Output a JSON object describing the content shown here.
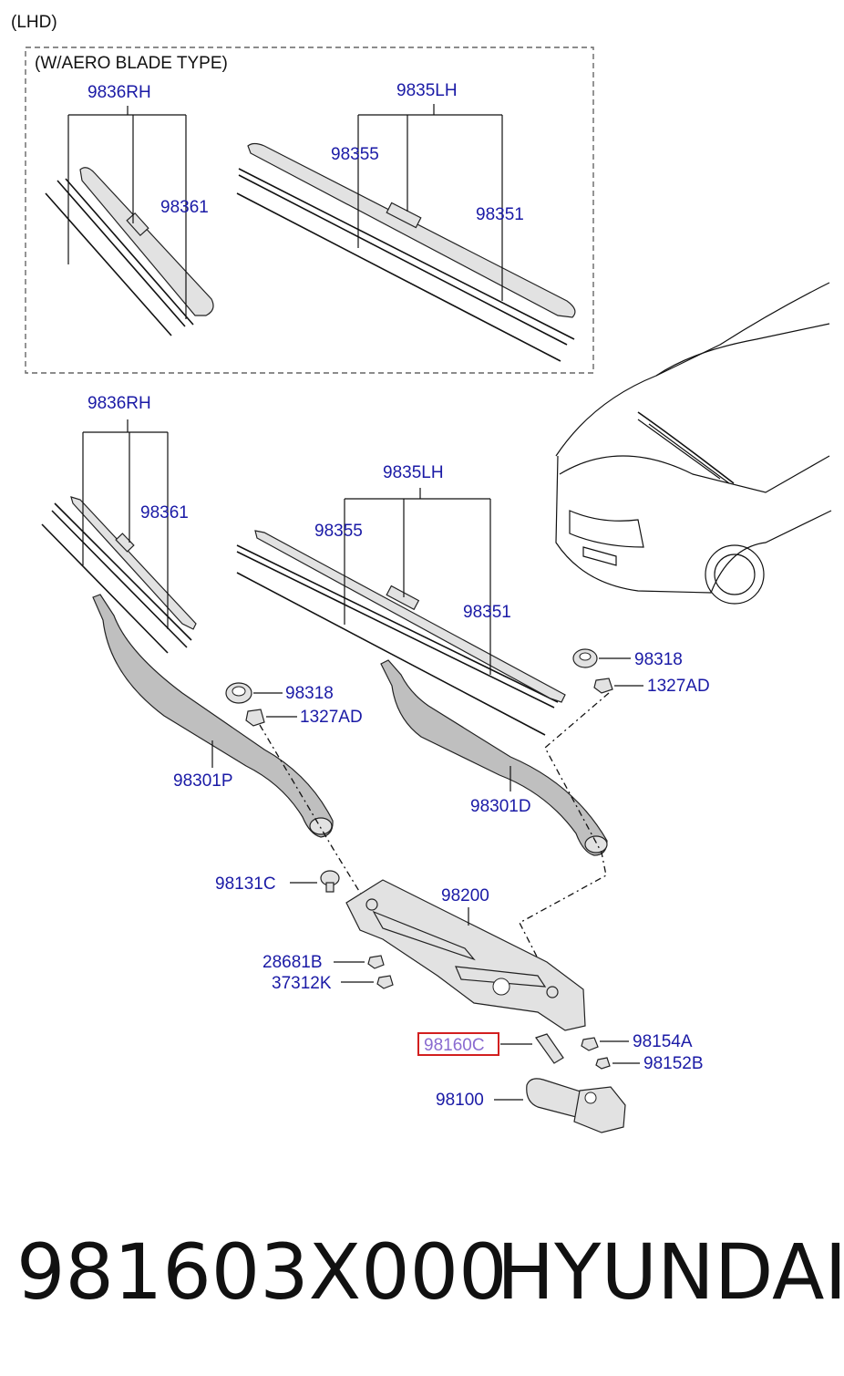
{
  "diagram": {
    "header": "(LHD)",
    "aero_box_title": "(W/AERO BLADE TYPE)",
    "labels": {
      "aero_rh": "9836RH",
      "aero_lh": "9835LH",
      "aero_98355": "98355",
      "aero_98361": "98361",
      "aero_98351": "98351",
      "rh": "9836RH",
      "lh": "9835LH",
      "p98361": "98361",
      "p98355": "98355",
      "p98351": "98351",
      "cap_lh": "98318",
      "nut_lh": "1327AD",
      "cap_rh": "98318",
      "nut_rh": "1327AD",
      "arm_p": "98301P",
      "arm_d": "98301D",
      "bolt": "98131C",
      "linkage": "98200",
      "p28681b": "28681B",
      "p37312k": "37312K",
      "highlight": "98160C",
      "p98154a": "98154A",
      "p98152b": "98152B",
      "motor": "98100"
    }
  },
  "caption": {
    "part_number": "981603X000",
    "brand": "HYUNDAI"
  },
  "colors": {
    "label": "#1a1aa6",
    "highlight_box": "#d21f1f",
    "highlight_text": "#8a6bd0"
  }
}
